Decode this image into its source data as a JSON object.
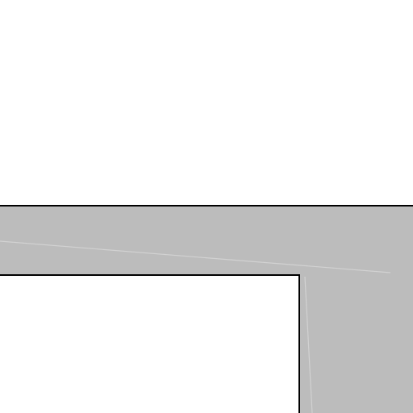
{
  "map": {
    "background_color": "#ffffff",
    "road_fill_color": "#bcbcbc",
    "road_outline_color": "#000000",
    "faint_line_color": "#d2d2d2",
    "features": [
      {
        "kind": "road",
        "orientation": "horizontal",
        "name": "horizontal-road"
      },
      {
        "kind": "road",
        "orientation": "vertical",
        "name": "vertical-road"
      }
    ]
  }
}
